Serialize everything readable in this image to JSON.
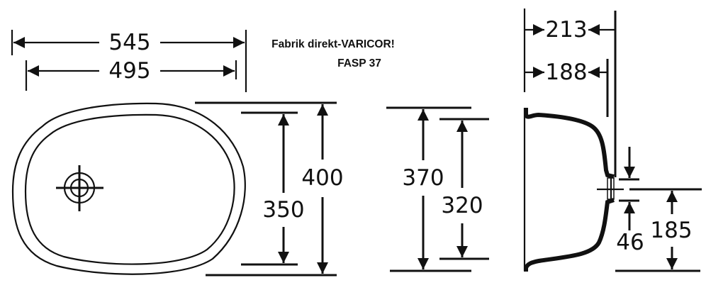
{
  "title": {
    "line1": "Fabrik direkt-VARICOR!",
    "line2": "FASP 37"
  },
  "top_view": {
    "width_outer": "545",
    "width_inner": "495"
  },
  "front_view": {
    "height_outer": "400",
    "height_inner": "350"
  },
  "middle_view": {
    "height_outer": "370",
    "height_inner": "320"
  },
  "side_view": {
    "depth_outer": "213",
    "depth_inner": "188",
    "drain_height": "46",
    "drain_to_base": "185"
  }
}
